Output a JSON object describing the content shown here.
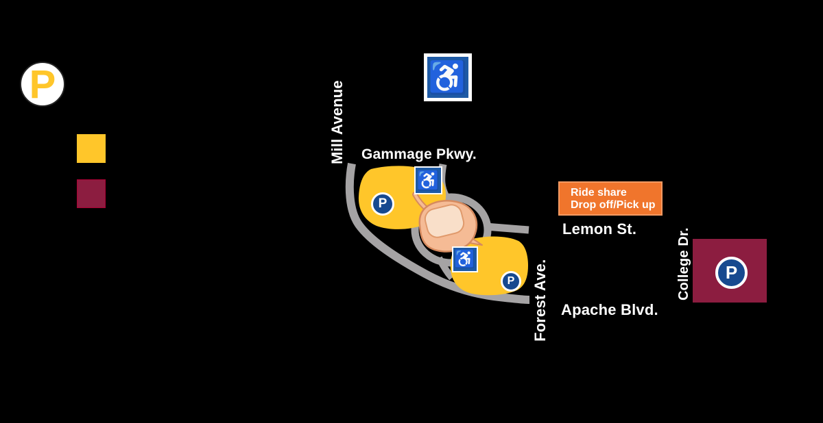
{
  "colors": {
    "background": "#000000",
    "gold": "#FFC62A",
    "maroon": "#8C1D40",
    "orange": "#F0752C",
    "orange_border": "#F49A62",
    "blue_sign": "#1E5AA5",
    "blue_p": "#17498F",
    "road": "#A5A3A4",
    "building_outer": "#F5BB95",
    "building_inner": "#F9DFC9",
    "building_outline": "#D68A5E",
    "building_inner_outline": "#E09A6C",
    "white": "#FFFFFF"
  },
  "signs": {
    "accessible_symbol": "♿",
    "parking_symbol": "P"
  },
  "ride_share": {
    "line1": "Ride share",
    "line2": "Drop off/Pick up"
  },
  "streets": {
    "mill": "Mill Avenue",
    "gammage": "Gammage Pkwy.",
    "lemon": "Lemon St.",
    "apache": "Apache Blvd.",
    "forest": "Forest Ave.",
    "college": "College Dr."
  }
}
